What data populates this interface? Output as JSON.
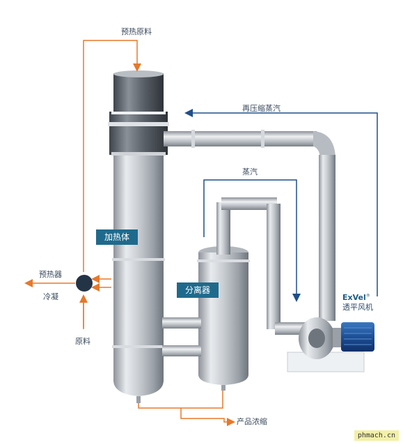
{
  "labels": {
    "preheat_feed": "预热原料",
    "recompressed_steam": "再压缩蒸汽",
    "steam": "蒸汽",
    "preheater": "预热器",
    "condensate": "冷凝",
    "feed": "原料",
    "product_concentrate": "产品浓缩"
  },
  "tags": {
    "heater": "加热体",
    "separator": "分离器"
  },
  "fan": {
    "brand": "ExVel",
    "registered": "®",
    "name": "透平风机"
  },
  "watermark": "phmach.cn",
  "colors": {
    "orange_flow": "#e8782a",
    "blue_flow": "#1f4f8a",
    "tag_bg": "#1f6a8c"
  }
}
